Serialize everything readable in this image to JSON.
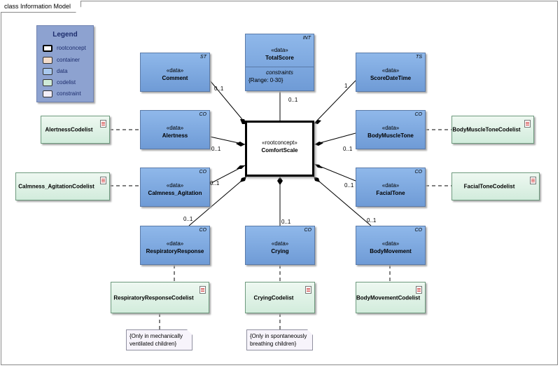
{
  "frame": {
    "title": "class Information Model"
  },
  "legend": {
    "title": "Legend",
    "items": [
      {
        "label": "rootconcept",
        "color": "#ffffff"
      },
      {
        "label": "container",
        "color": "#f3dccb"
      },
      {
        "label": "data",
        "color": "#a9c8ee"
      },
      {
        "label": "codelist",
        "color": "#cfead8"
      },
      {
        "label": "constraint",
        "color": "#f3eef9"
      }
    ]
  },
  "root": {
    "stereotype": "«rootconcept»",
    "name": "ComfortScale"
  },
  "data_elements": {
    "comment": {
      "stereotype": "«data»",
      "name": "Comment",
      "type": "ST",
      "multiplicity": "0..1"
    },
    "total_score": {
      "stereotype": "«data»",
      "name": "TotalScore",
      "type": "INT",
      "multiplicity": "0..1",
      "constraints_label": "constraints",
      "constraint": "{Range: 0-30}"
    },
    "score_date_time": {
      "stereotype": "«data»",
      "name": "ScoreDateTime",
      "type": "TS",
      "multiplicity": "1"
    },
    "alertness": {
      "stereotype": "«data»",
      "name": "Alertness",
      "type": "CO",
      "multiplicity": "0..1"
    },
    "body_muscle_tone": {
      "stereotype": "«data»",
      "name": "BodyMuscleTone",
      "type": "CO",
      "multiplicity": "0..1"
    },
    "calmness_agitation": {
      "stereotype": "«data»",
      "name": "Calmness_Agitation",
      "type": "CO",
      "multiplicity": "0..1"
    },
    "facial_tone": {
      "stereotype": "«data»",
      "name": "FacialTone",
      "type": "CO",
      "multiplicity": "0..1"
    },
    "respiratory_response": {
      "stereotype": "«data»",
      "name": "RespiratoryResponse",
      "type": "CO",
      "multiplicity": "0..1"
    },
    "crying": {
      "stereotype": "«data»",
      "name": "Crying",
      "type": "CO",
      "multiplicity": "0..1"
    },
    "body_movement": {
      "stereotype": "«data»",
      "name": "BodyMovement",
      "type": "CO",
      "multiplicity": "0..1"
    }
  },
  "codelists": {
    "alertness": "AlertnessCodelist",
    "body_muscle_tone": "BodyMuscleToneCodelist",
    "calmness_agitation": "Calmness_AgitationCodelist",
    "facial_tone": "FacialToneCodelist",
    "respiratory_response": "RespiratoryResponseCodelist",
    "crying": "CryingCodelist",
    "body_movement": "BodyMovementCodelist"
  },
  "notes": {
    "respiratory": "{Only in mechanically ventilated children}",
    "crying": "{Only in spontaneously breathing children}"
  }
}
